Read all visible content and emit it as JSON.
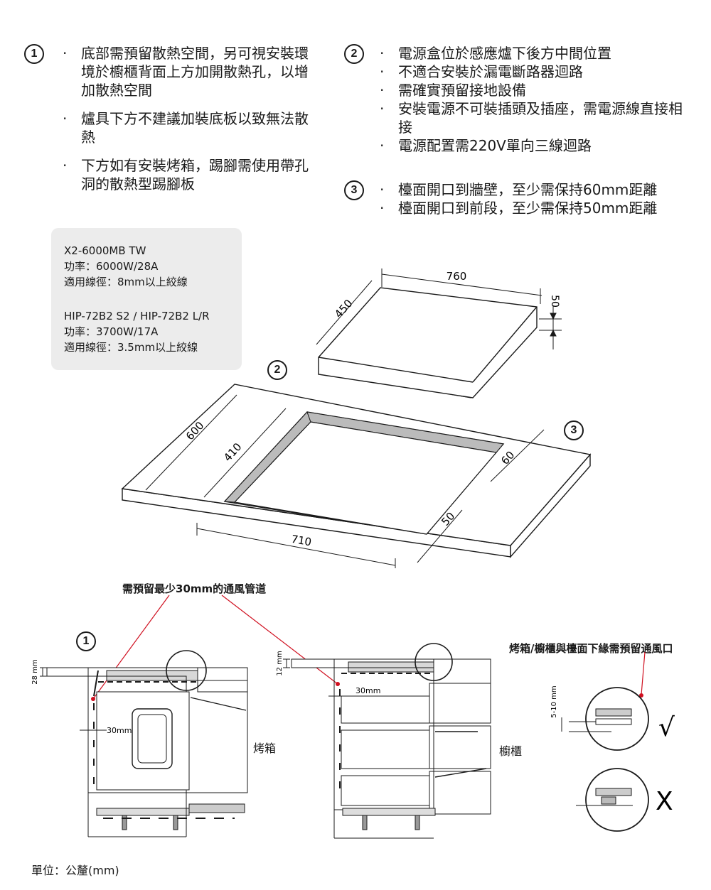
{
  "sections": [
    {
      "number": "1",
      "items": [
        "底部需預留散熱空間，另可視安裝環境於櫥櫃背面上方加開散熱孔，以增加散熱空間",
        "爐具下方不建議加裝底板以致無法散熱",
        "下方如有安裝烤箱，踢腳需使用帶孔洞的散熱型踢腳板"
      ]
    },
    {
      "number": "2",
      "items": [
        "電源盒位於感應爐下後方中間位置",
        "不適合安裝於漏電斷路器迴路",
        "需確實預留接地設備",
        "安裝電源不可裝插頭及插座，需電源線直接相接",
        "電源配置需220V單向三線迴路"
      ]
    },
    {
      "number": "3",
      "items": [
        "檯面開口到牆壁，至少需保持60mm距離",
        "檯面開口到前段，至少需保持50mm距離"
      ]
    }
  ],
  "specs": [
    {
      "model": "X2-6000MB TW",
      "power": "功率：6000W/28A",
      "wire": "適用線徑：8mm以上絞線"
    },
    {
      "model": "HIP-72B2 S2 / HIP-72B2 L/R",
      "power": "功率：3700W/17A",
      "wire": "適用線徑：3.5mm以上絞線"
    }
  ],
  "dimensions": {
    "hob_width": "760",
    "hob_depth": "450",
    "hob_height": "50",
    "counter_depth": "600",
    "cutout_depth": "410",
    "cutout_width": "710",
    "wall_gap": "60",
    "front_gap": "50"
  },
  "markers": {
    "one": "1",
    "two": "2",
    "three": "3"
  },
  "ventilation": {
    "title": "需預留最少30mm的通風管道",
    "oven_gap": "28 mm",
    "cabinet_gap": "12 mm",
    "duct_left": "30mm",
    "duct_right": "30mm",
    "oven_label": "烤箱",
    "cabinet_label": "櫥櫃",
    "vent_title": "烤箱/櫥櫃與檯面下緣需預留通風口",
    "vent_gap": "5-10 mm",
    "correct_mark": "√",
    "wrong_mark": "X"
  },
  "footer": "單位：公釐(mm)"
}
